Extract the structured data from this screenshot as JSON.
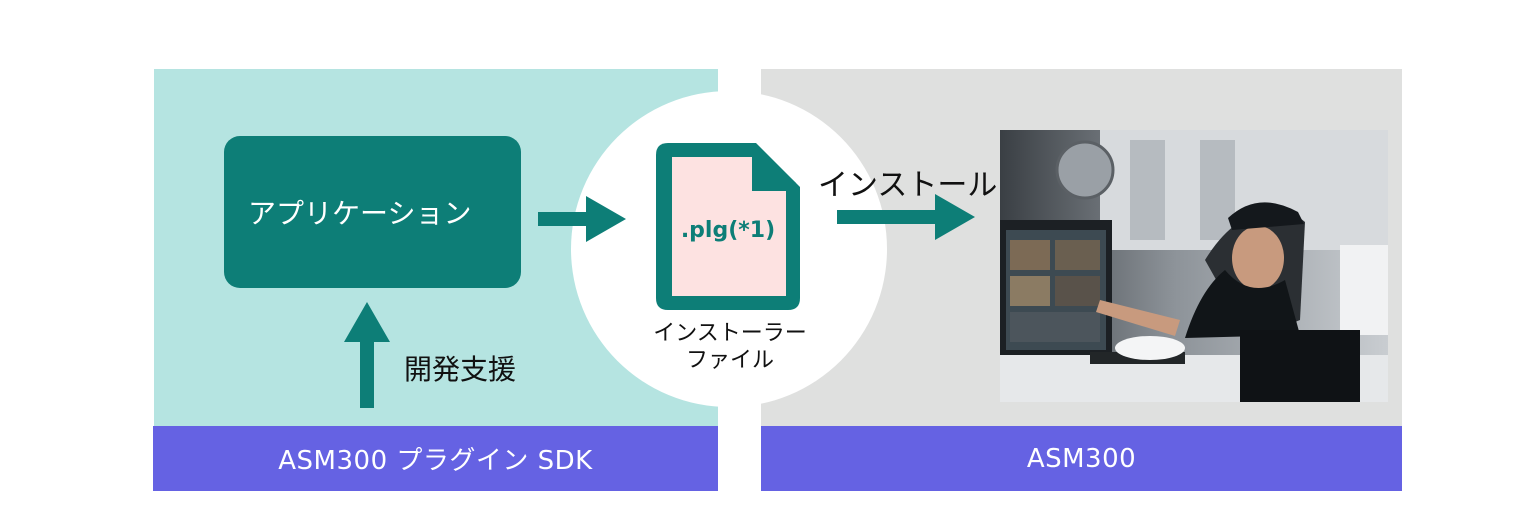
{
  "left_panel": {
    "app_label": "アプリケーション",
    "dev_label": "開発支援",
    "footer": "ASM300 プラグイン SDK"
  },
  "center": {
    "file_label": ".plg(*1)",
    "installer_label_line1": "インストーラー",
    "installer_label_line2": "ファイル"
  },
  "right_panel": {
    "install_label": "インストール",
    "footer": "ASM300",
    "photo_icon": "security-operator-photo"
  },
  "colors": {
    "teal": "#0d7e77",
    "left_bg": "#b5e4e1",
    "right_bg": "#dfe0df",
    "footer_bar": "#6562e3",
    "file_fill": "#fde2e1"
  }
}
